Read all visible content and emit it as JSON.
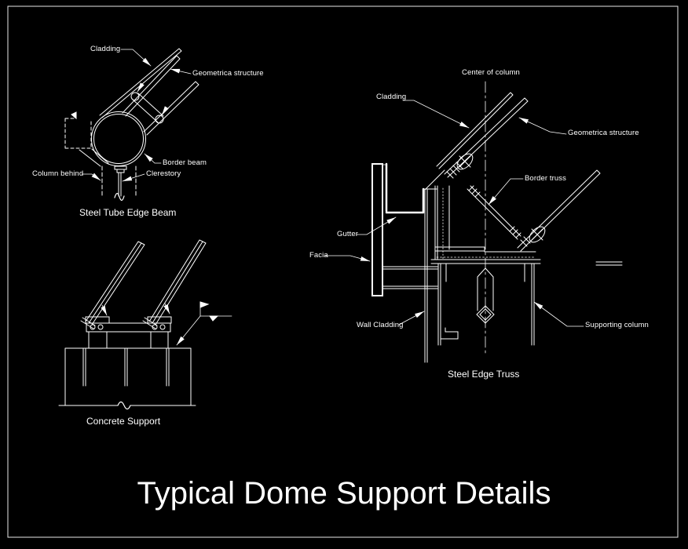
{
  "sheet": {
    "title": "Typical Dome Support Details",
    "background_color": "#000000",
    "line_color": "#ffffff",
    "border_color": "#e8e8e8"
  },
  "details": {
    "steel_tube_edge_beam": {
      "caption": "Steel Tube Edge Beam",
      "labels": {
        "cladding": "Cladding",
        "geometrica_structure": "Geometrica structure",
        "border_beam": "Border beam",
        "column_behind": "Column behind",
        "clerestory": "Clerestory"
      }
    },
    "concrete_support": {
      "caption": "Concrete Support"
    },
    "steel_edge_truss": {
      "caption": "Steel Edge Truss",
      "labels": {
        "center_of_column": "Center of column",
        "cladding": "Cladding",
        "geometrica_structure": "Geometrica structure",
        "border_truss": "Border truss",
        "gutter": "Gutter",
        "facia": "Facia",
        "wall_cladding": "Wall Cladding",
        "supporting_column": "Supporting column"
      }
    }
  }
}
